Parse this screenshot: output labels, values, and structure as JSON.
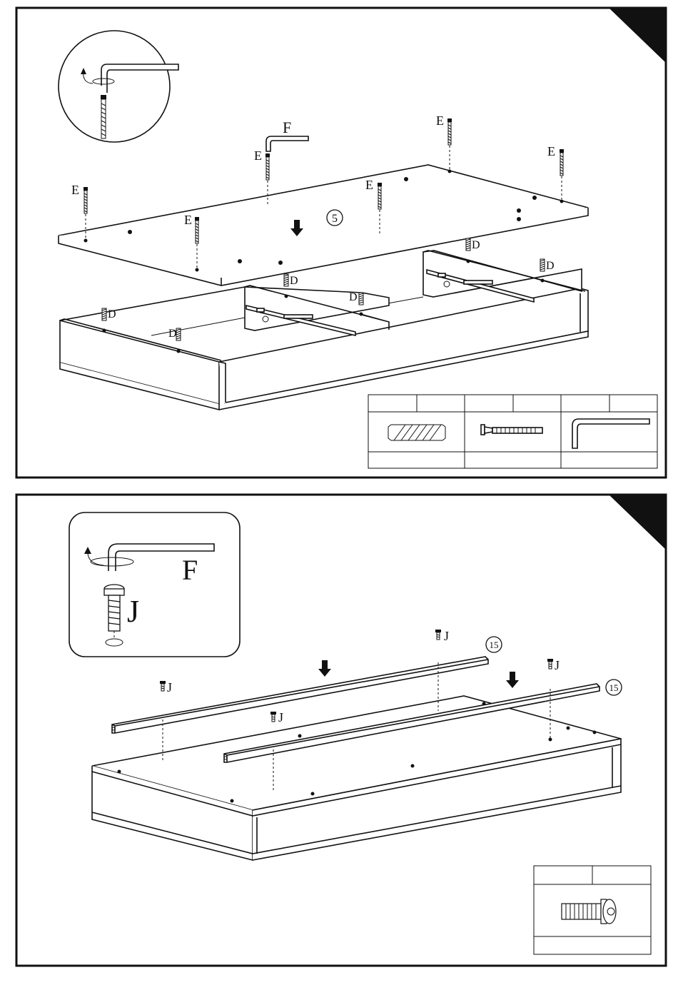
{
  "step1": {
    "step_number": "⑤",
    "labels": {
      "E": "E",
      "D": "D",
      "F": "F"
    }
  },
  "step2": {
    "step_number": "⑮",
    "labels": {
      "J": "J",
      "F": "F"
    }
  },
  "icons": [
    "allen-key-icon",
    "wood-dowel-icon",
    "cam-bolt-icon",
    "screw-icon",
    "rotation-arrow-icon",
    "down-arrow-icon"
  ]
}
